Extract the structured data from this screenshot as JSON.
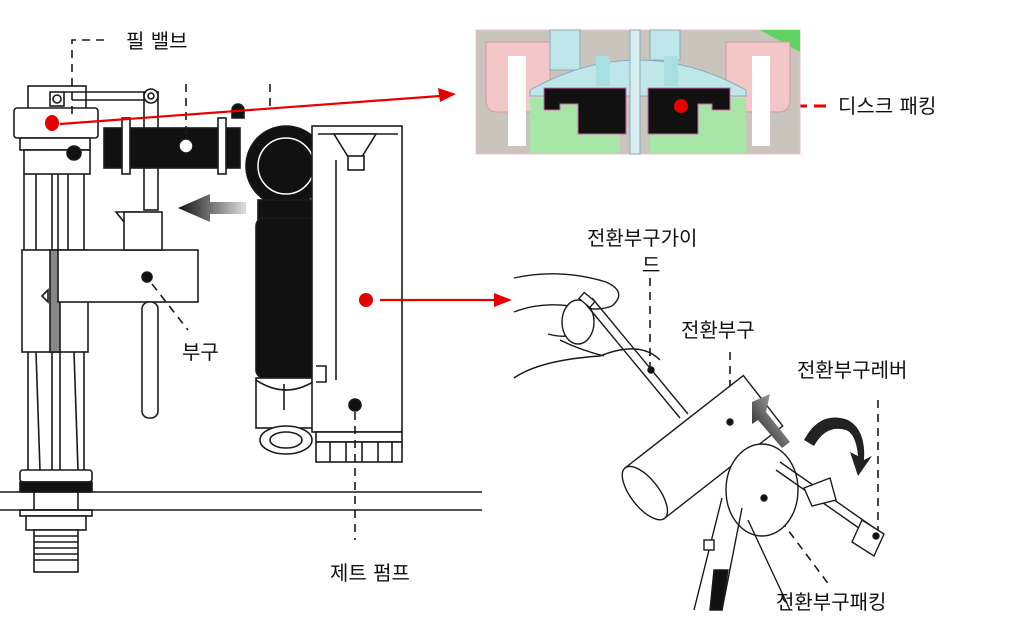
{
  "labels": {
    "fill_valve": "필 밸브",
    "float": "부구",
    "jet_pump": "제트 펌프",
    "disc_packing": "디스크 패킹",
    "switch_float_guide_line1": "전환부구가이",
    "switch_float_guide_line2": "드",
    "switch_float": "전환부구",
    "switch_float_lever": "전환부구레버",
    "switch_float_packing": "전환부구패킹"
  },
  "colors": {
    "callout_red": "#e60000",
    "line_black": "#1a1a1a",
    "inset_blue": "#bfe7ea",
    "inset_pink": "#f3c6c8",
    "inset_green": "#a8e6a8",
    "inset_gray": "#c9c4bc"
  }
}
